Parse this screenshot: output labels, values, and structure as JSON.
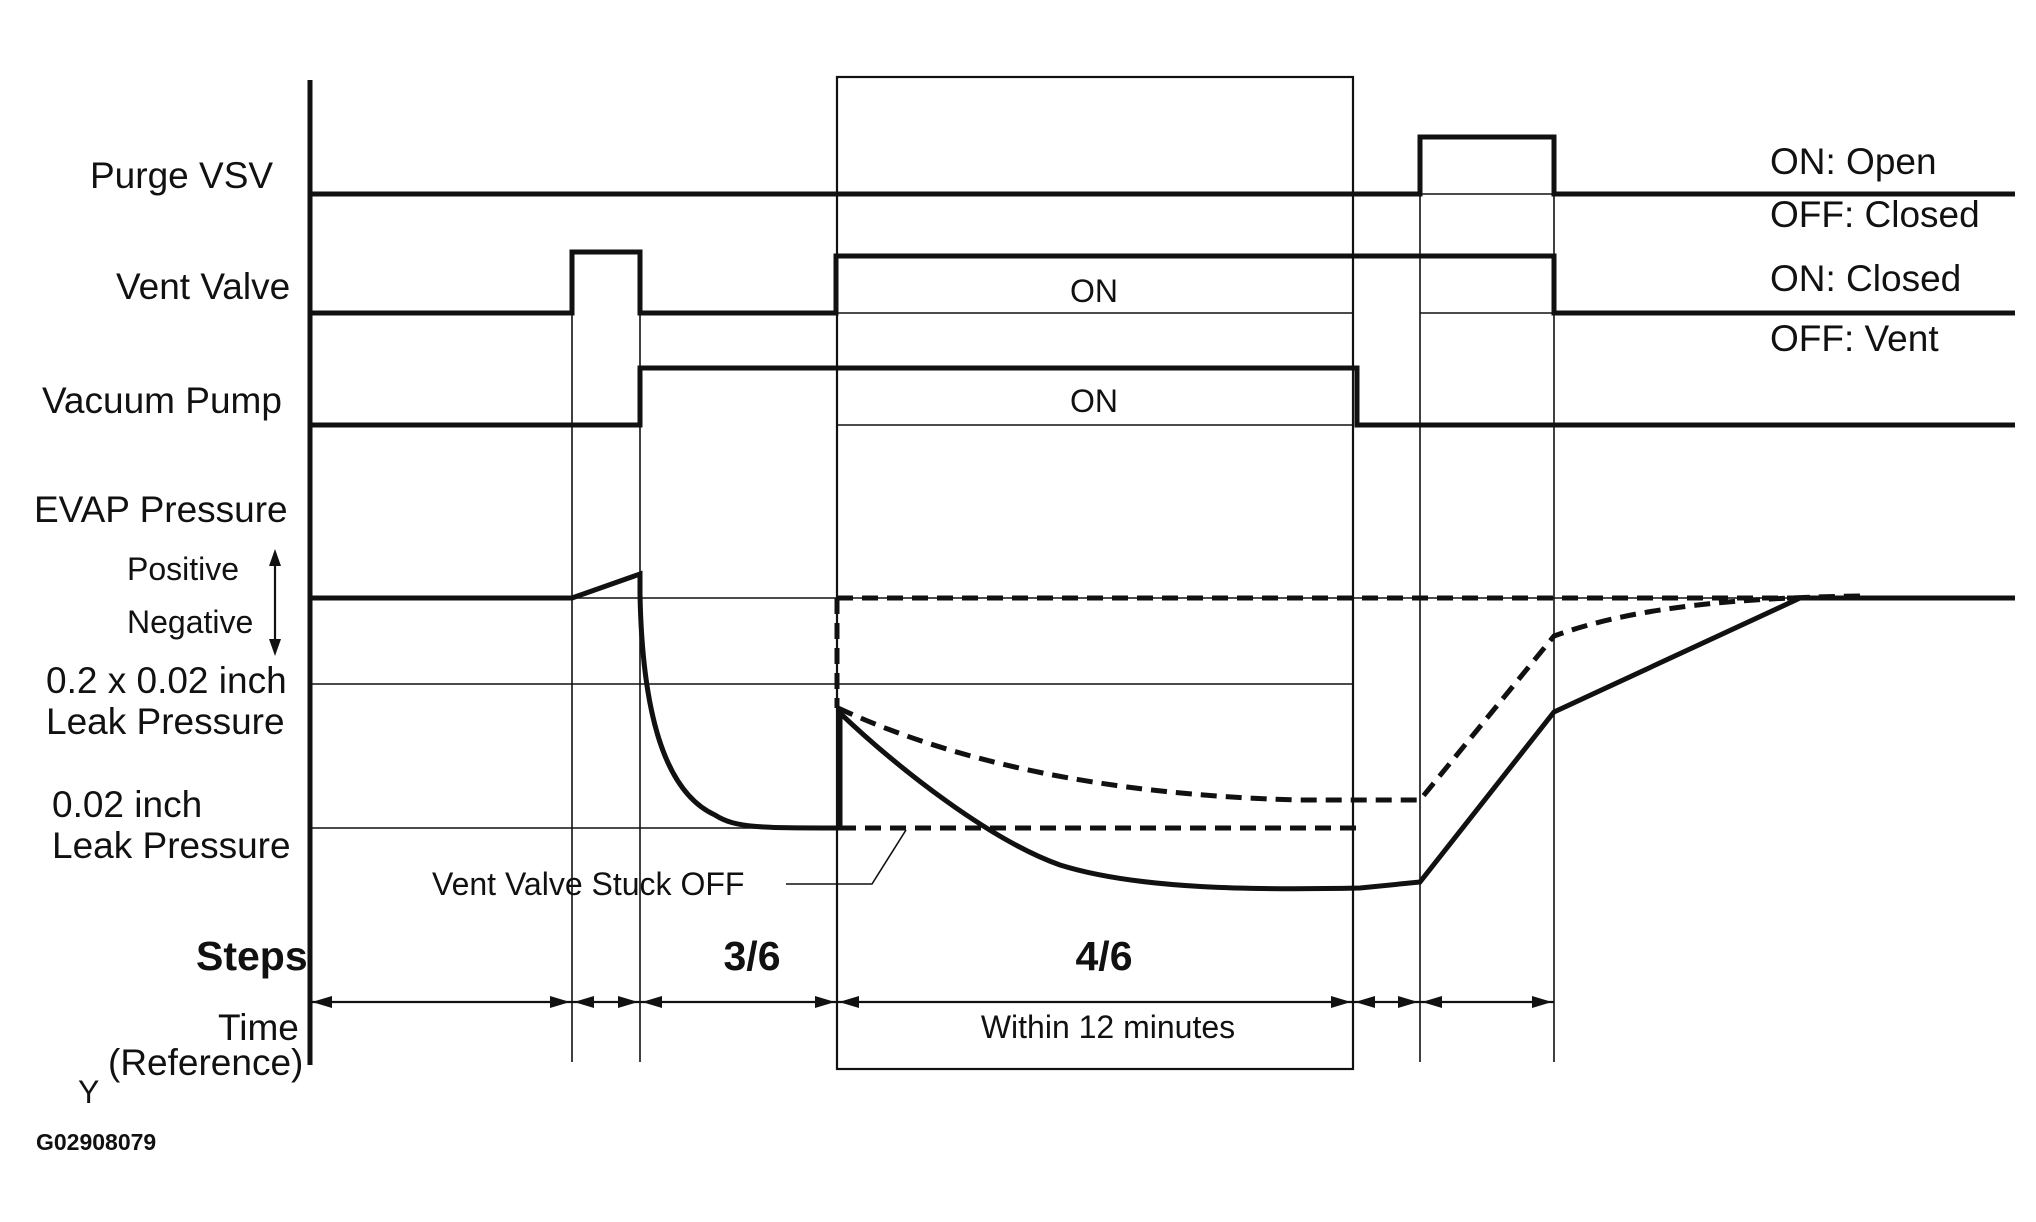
{
  "signals": {
    "purge_vsv": {
      "label": "Purge VSV",
      "on_state": "ON: Open",
      "off_state": "OFF: Closed"
    },
    "vent_valve": {
      "label": "Vent Valve",
      "on_state": "ON: Closed",
      "off_state": "OFF: Vent",
      "window_label": "ON"
    },
    "vacuum_pump": {
      "label": "Vacuum Pump",
      "window_label": "ON"
    }
  },
  "evap": {
    "title": "EVAP Pressure",
    "positive": "Positive",
    "negative": "Negative",
    "ref_leak_line1": "0.2 x 0.02 inch",
    "ref_leak_line2": "Leak Pressure",
    "small_leak_line1": "0.02 inch",
    "small_leak_line2": "Leak Pressure",
    "stuck_label": "Vent Valve Stuck OFF"
  },
  "steps": {
    "label": "Steps",
    "step3": "3/6",
    "step4": "4/6",
    "time_label_line1": "Time",
    "time_label_line2": "(Reference)",
    "time_note": "Within 12 minutes"
  },
  "corner_mark": "Y",
  "figure_code": "G02908079"
}
